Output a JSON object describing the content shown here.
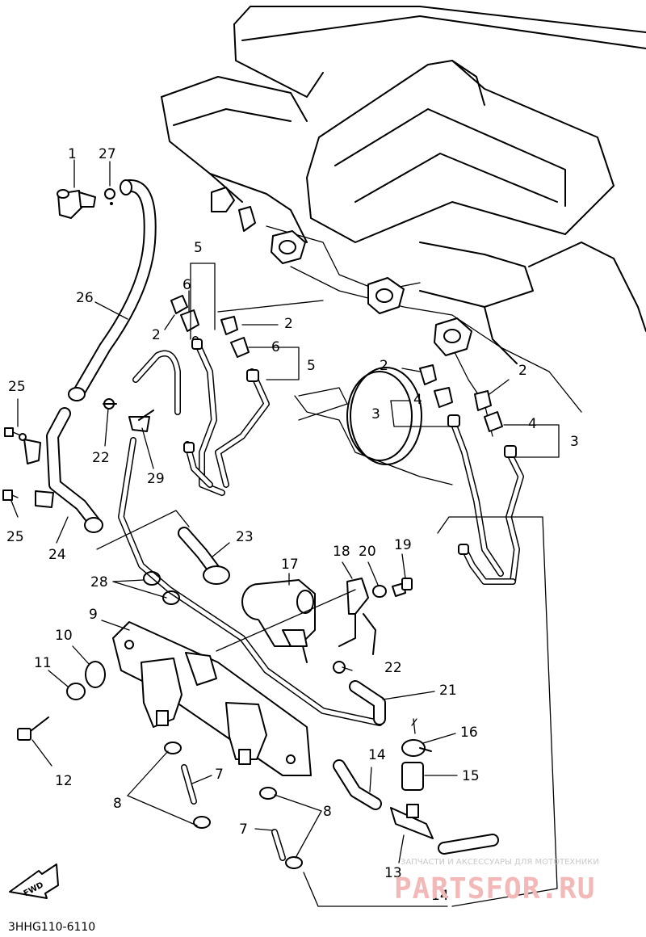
{
  "diagram_code": "3HHG110-6110",
  "watermark": {
    "tagline": "ЗАПЧАСТИ И АКСЕССУАРЫ ДЛЯ МОТОТЕХНИКИ",
    "brand": "PARTSFOR.RU"
  },
  "direction_label": "FWD",
  "callouts": [
    {
      "id": "c1",
      "label": "1"
    },
    {
      "id": "c27",
      "label": "27"
    },
    {
      "id": "c26",
      "label": "26"
    },
    {
      "id": "c5a",
      "label": "5"
    },
    {
      "id": "c6a",
      "label": "6"
    },
    {
      "id": "c2a",
      "label": "2"
    },
    {
      "id": "c2b",
      "label": "2"
    },
    {
      "id": "c6b",
      "label": "6"
    },
    {
      "id": "c5b",
      "label": "5"
    },
    {
      "id": "c2c",
      "label": "2"
    },
    {
      "id": "c2d",
      "label": "2"
    },
    {
      "id": "c4a",
      "label": "4"
    },
    {
      "id": "c3a",
      "label": "3"
    },
    {
      "id": "c4b",
      "label": "4"
    },
    {
      "id": "c3b",
      "label": "3"
    },
    {
      "id": "c25a",
      "label": "25"
    },
    {
      "id": "c22a",
      "label": "22"
    },
    {
      "id": "c29",
      "label": "29"
    },
    {
      "id": "c25b",
      "label": "25"
    },
    {
      "id": "c24",
      "label": "24"
    },
    {
      "id": "c23",
      "label": "23"
    },
    {
      "id": "c28",
      "label": "28"
    },
    {
      "id": "c17",
      "label": "17"
    },
    {
      "id": "c18",
      "label": "18"
    },
    {
      "id": "c20",
      "label": "20"
    },
    {
      "id": "c19",
      "label": "19"
    },
    {
      "id": "c9",
      "label": "9"
    },
    {
      "id": "c10",
      "label": "10"
    },
    {
      "id": "c11",
      "label": "11"
    },
    {
      "id": "c22b",
      "label": "22"
    },
    {
      "id": "c21",
      "label": "21"
    },
    {
      "id": "c12",
      "label": "12"
    },
    {
      "id": "c16",
      "label": "16"
    },
    {
      "id": "c14a",
      "label": "14"
    },
    {
      "id": "c15",
      "label": "15"
    },
    {
      "id": "c7a",
      "label": "7"
    },
    {
      "id": "c8a",
      "label": "8"
    },
    {
      "id": "c8b",
      "label": "8"
    },
    {
      "id": "c7b",
      "label": "7"
    },
    {
      "id": "c13",
      "label": "13"
    },
    {
      "id": "c14b",
      "label": "14"
    }
  ]
}
